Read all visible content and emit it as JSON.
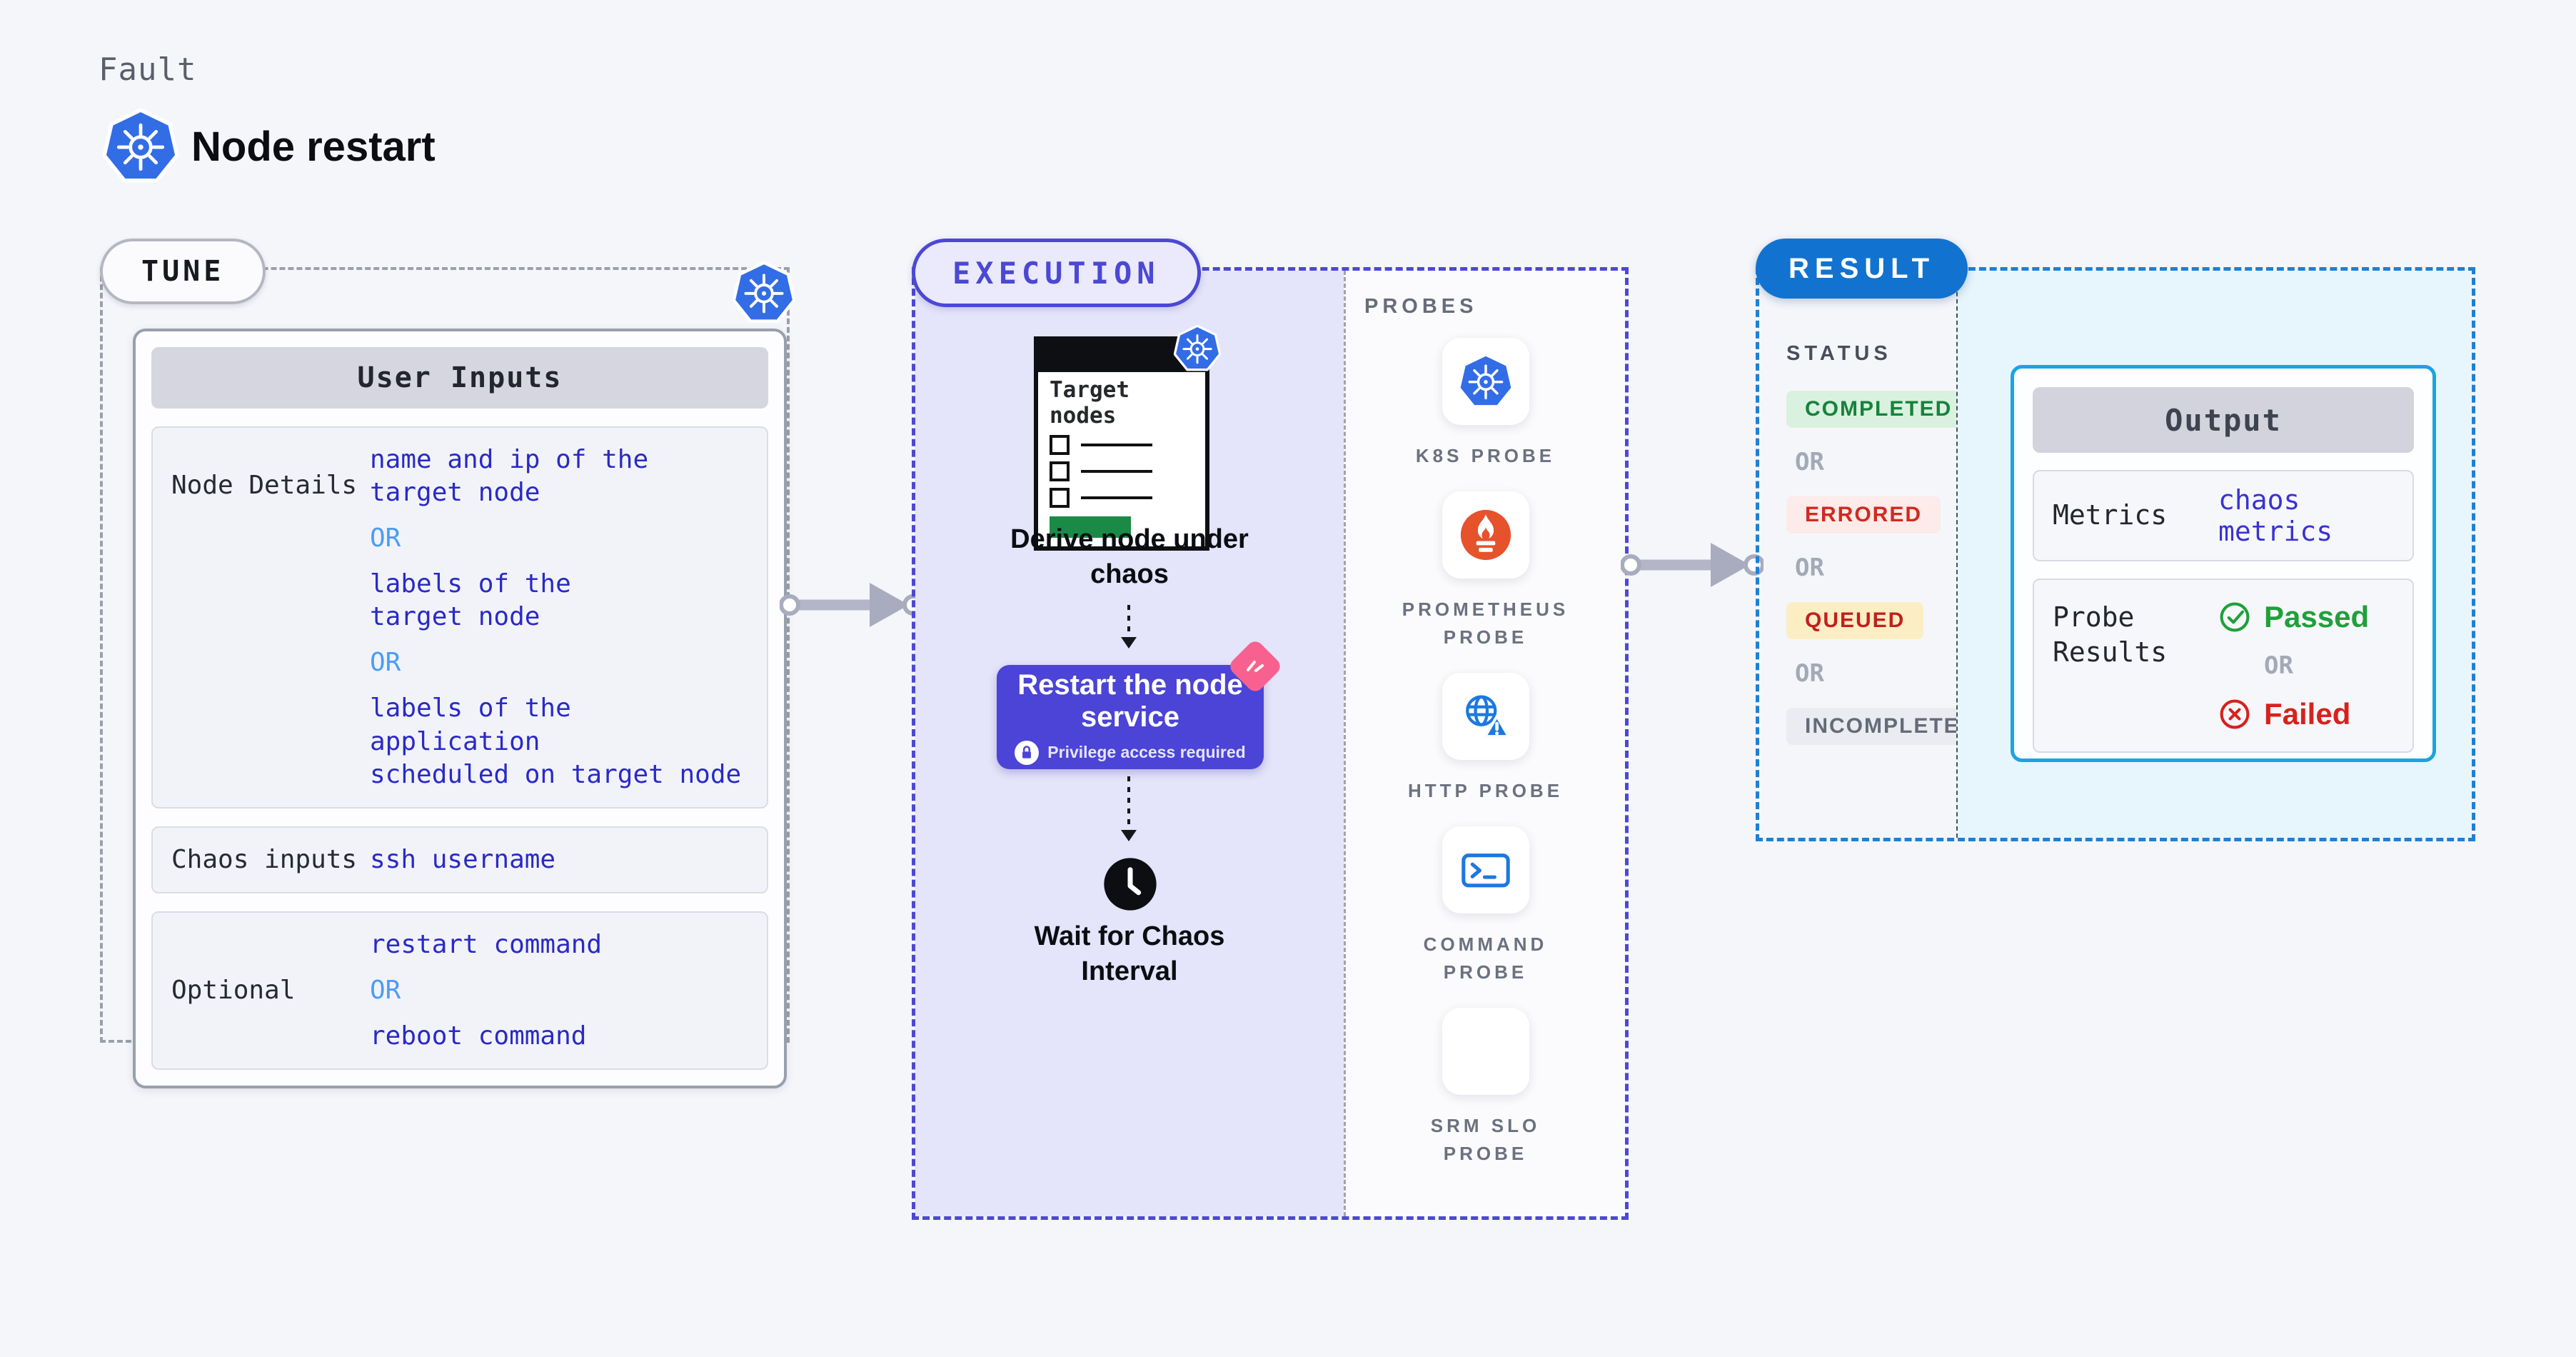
{
  "header": {
    "kicker": "Fault",
    "title": "Node restart"
  },
  "tune": {
    "label": "TUNE",
    "table_title": "User Inputs",
    "rows": [
      {
        "label": "Node Details",
        "values": [
          "name and ip of the\ntarget node",
          "OR",
          "labels of the\ntarget node",
          "OR",
          "labels of the application\n scheduled on target node"
        ]
      },
      {
        "label": "Chaos inputs",
        "values": [
          "ssh username"
        ]
      },
      {
        "label": "Optional",
        "values": [
          "restart command",
          "OR",
          "reboot command"
        ]
      }
    ]
  },
  "execution": {
    "label": "EXECUTION",
    "target_card_title": "Target nodes",
    "derive_caption": "Derive node under chaos",
    "restart_title": "Restart the node service",
    "restart_badge": "Privilege access required",
    "wait_caption": "Wait for Chaos Interval"
  },
  "probes": {
    "label": "PROBES",
    "items": [
      {
        "label": "K8S PROBE",
        "icon": "k8s-icon"
      },
      {
        "label": "PROMETHEUS PROBE",
        "icon": "prometheus-icon"
      },
      {
        "label": "HTTP PROBE",
        "icon": "http-icon"
      },
      {
        "label": "COMMAND PROBE",
        "icon": "command-icon"
      },
      {
        "label": "SRM SLO PROBE",
        "icon": "srm-slo-icon"
      }
    ]
  },
  "result": {
    "label": "RESULT",
    "status_label": "STATUS",
    "statuses": [
      {
        "text": "COMPLETED",
        "type": "completed"
      },
      {
        "text": "OR",
        "type": "or"
      },
      {
        "text": "ERRORED",
        "type": "errored"
      },
      {
        "text": "OR",
        "type": "or"
      },
      {
        "text": "QUEUED",
        "type": "queued"
      },
      {
        "text": "OR",
        "type": "or"
      },
      {
        "text": "INCOMPLETED",
        "type": "incompleted"
      }
    ],
    "output": {
      "title": "Output",
      "metrics_label": "Metrics",
      "metrics_value": "chaos metrics",
      "probe_results_label": "Probe Results",
      "passed": "Passed",
      "or": "OR",
      "failed": "Failed"
    }
  },
  "colors": {
    "page_bg": "#f5f6fa",
    "k8s_blue": "#326de6",
    "indigo_accent": "#4c48d4",
    "button_indigo": "#4b44d6",
    "value_blue": "#2a2ac6",
    "or_blue": "#4a9df5",
    "result_blue": "#1173cf",
    "output_cyan": "#18a5e0",
    "completed_green": "#17823b",
    "errored_red": "#d2291f",
    "queued_red": "#c21f1f",
    "incompleted_gray": "#646b79",
    "passed_green": "#1fa03a",
    "failed_red": "#d6221c",
    "prometheus_orange": "#e6522c",
    "srm_purple": "#7e3ff2",
    "pink_chip": "#f8618f",
    "target_green": "#1b8a47"
  }
}
